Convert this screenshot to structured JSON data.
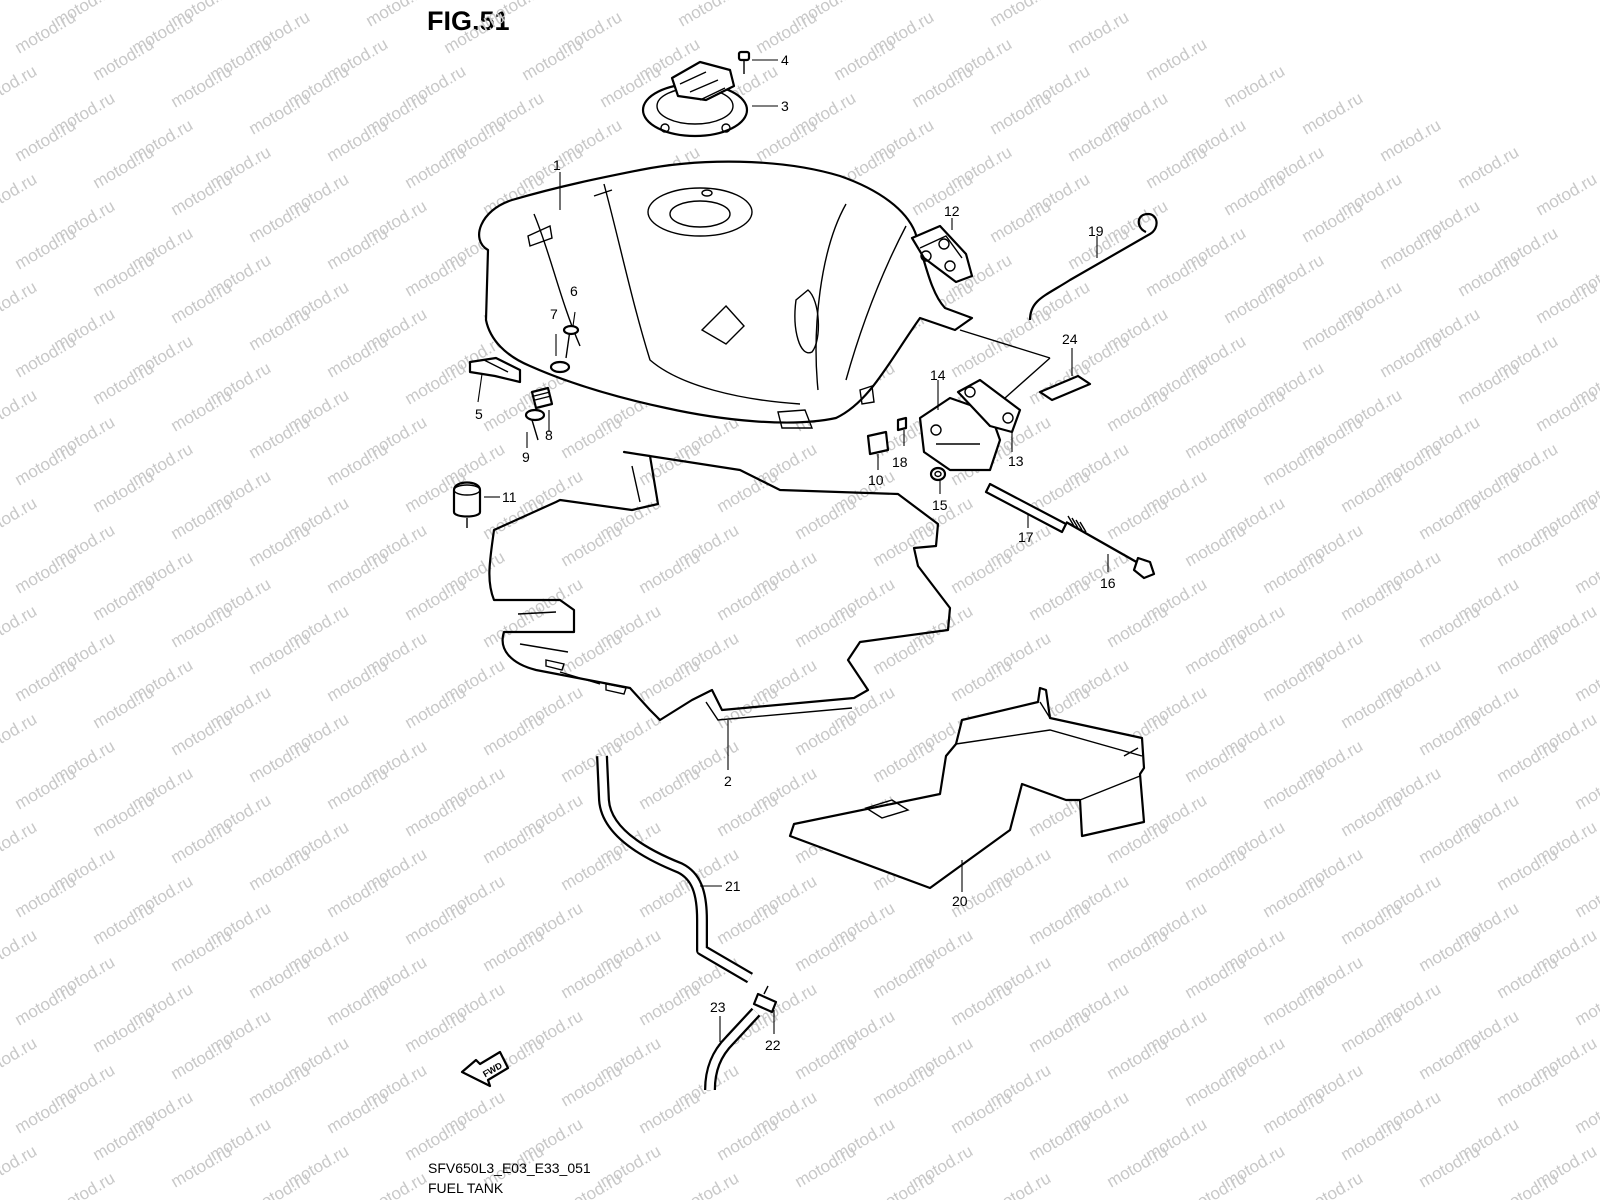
{
  "figure": {
    "title": "FIG.51",
    "code": "SFV650L3_E03_E33_051",
    "caption": "FUEL TANK",
    "arrow_label": "FWD",
    "watermark": "motod.ru",
    "colors": {
      "line": "#000000",
      "watermark": "#c8c8c8",
      "background": "#ffffff"
    }
  },
  "callouts": [
    {
      "key": "c1",
      "text": "1"
    },
    {
      "key": "c2",
      "text": "2"
    },
    {
      "key": "c3",
      "text": "3"
    },
    {
      "key": "c4",
      "text": "4"
    },
    {
      "key": "c5",
      "text": "5"
    },
    {
      "key": "c6",
      "text": "6"
    },
    {
      "key": "c7",
      "text": "7"
    },
    {
      "key": "c8",
      "text": "8"
    },
    {
      "key": "c9",
      "text": "9"
    },
    {
      "key": "c10",
      "text": "10"
    },
    {
      "key": "c11",
      "text": "11"
    },
    {
      "key": "c12",
      "text": "12"
    },
    {
      "key": "c13",
      "text": "13"
    },
    {
      "key": "c14",
      "text": "14"
    },
    {
      "key": "c15",
      "text": "15"
    },
    {
      "key": "c16",
      "text": "16"
    },
    {
      "key": "c17",
      "text": "17"
    },
    {
      "key": "c18",
      "text": "18"
    },
    {
      "key": "c19",
      "text": "19"
    },
    {
      "key": "c20",
      "text": "20"
    },
    {
      "key": "c21",
      "text": "21"
    },
    {
      "key": "c22",
      "text": "22"
    },
    {
      "key": "c23",
      "text": "23"
    },
    {
      "key": "c24",
      "text": "24"
    }
  ]
}
